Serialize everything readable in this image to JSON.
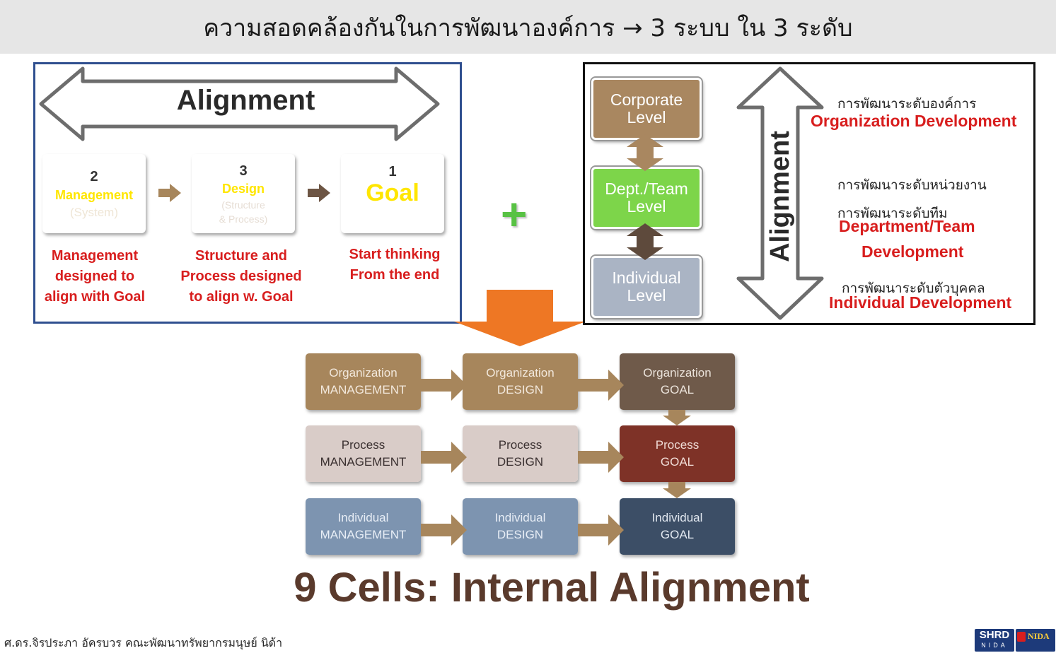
{
  "header": {
    "title": "ความสอดคล้องกันในการพัฒนาองค์การ → 3 ระบบ ใน 3 ระดับ"
  },
  "left_panel": {
    "arrow_label": "Alignment",
    "boxes": [
      {
        "number": "2",
        "title": "Management",
        "sub": "(System)",
        "caption": "Management\ndesigned to\nalign with Goal",
        "color": "#a7865c"
      },
      {
        "number": "3",
        "title": "Design",
        "sub": "(Structure\n& Process)",
        "caption": "Structure and\nProcess designed\nto align w. Goal",
        "color": "#6d5544"
      },
      {
        "number": "1",
        "title": "Goal",
        "sub": "",
        "caption": "Start thinking\nFrom the end",
        "color": "#3e4c60"
      }
    ]
  },
  "plus_sign": "+",
  "right_panel": {
    "levels": [
      {
        "label": "Corporate\nLevel",
        "color": "#a98760"
      },
      {
        "label": "Dept./Team\nLevel",
        "color": "#7dd54a"
      },
      {
        "label": "Individual\nLevel",
        "color": "#aab4c4"
      }
    ],
    "arrow_label": "Alignment",
    "descriptions": [
      {
        "thai": "การพัฒนาระดับองค์การ",
        "english": "Organization Development"
      },
      {
        "thai": "การพัฒนาระดับหน่วยงาน",
        "thai2": "การพัฒนาระดับทีม",
        "english": "Department/Team",
        "english2": "Development"
      },
      {
        "thai": "การพัฒนาระดับตัวบุคคล",
        "english": "Individual Development"
      }
    ]
  },
  "grid": {
    "rows": [
      {
        "cells": [
          {
            "line1": "Organization",
            "line2": "MANAGEMENT",
            "color": "#a7865c",
            "text": "#f2e8dc"
          },
          {
            "line1": "Organization",
            "line2": "DESIGN",
            "color": "#a7865c",
            "text": "#f2e8dc"
          },
          {
            "line1": "Organization",
            "line2": "GOAL",
            "color": "#6f5a4a",
            "text": "#eae2da"
          }
        ]
      },
      {
        "cells": [
          {
            "line1": "Process",
            "line2": "MANAGEMENT",
            "color": "#d9ccc8",
            "text": "#3a3030"
          },
          {
            "line1": "Process",
            "line2": "DESIGN",
            "color": "#d9ccc8",
            "text": "#3a3030"
          },
          {
            "line1": "Process",
            "line2": "GOAL",
            "color": "#7e3227",
            "text": "#f0dcd6"
          }
        ]
      },
      {
        "cells": [
          {
            "line1": "Individual",
            "line2": "MANAGEMENT",
            "color": "#7d94b0",
            "text": "#e8eef6"
          },
          {
            "line1": "Individual",
            "line2": "DESIGN",
            "color": "#7d94b0",
            "text": "#e8eef6"
          },
          {
            "line1": "Individual",
            "line2": "GOAL",
            "color": "#3c4e66",
            "text": "#e2e8f0"
          }
        ]
      }
    ]
  },
  "main_title": "9 Cells: Internal Alignment",
  "footer": {
    "credit": "ศ.ดร.จิรประภา อัครบวร คณะพัฒนาทรัพยากรมนุษย์ นิด้า",
    "logo_text": "SHRD",
    "logo_sub": "NIDA",
    "logo2_text": "NIDA"
  }
}
